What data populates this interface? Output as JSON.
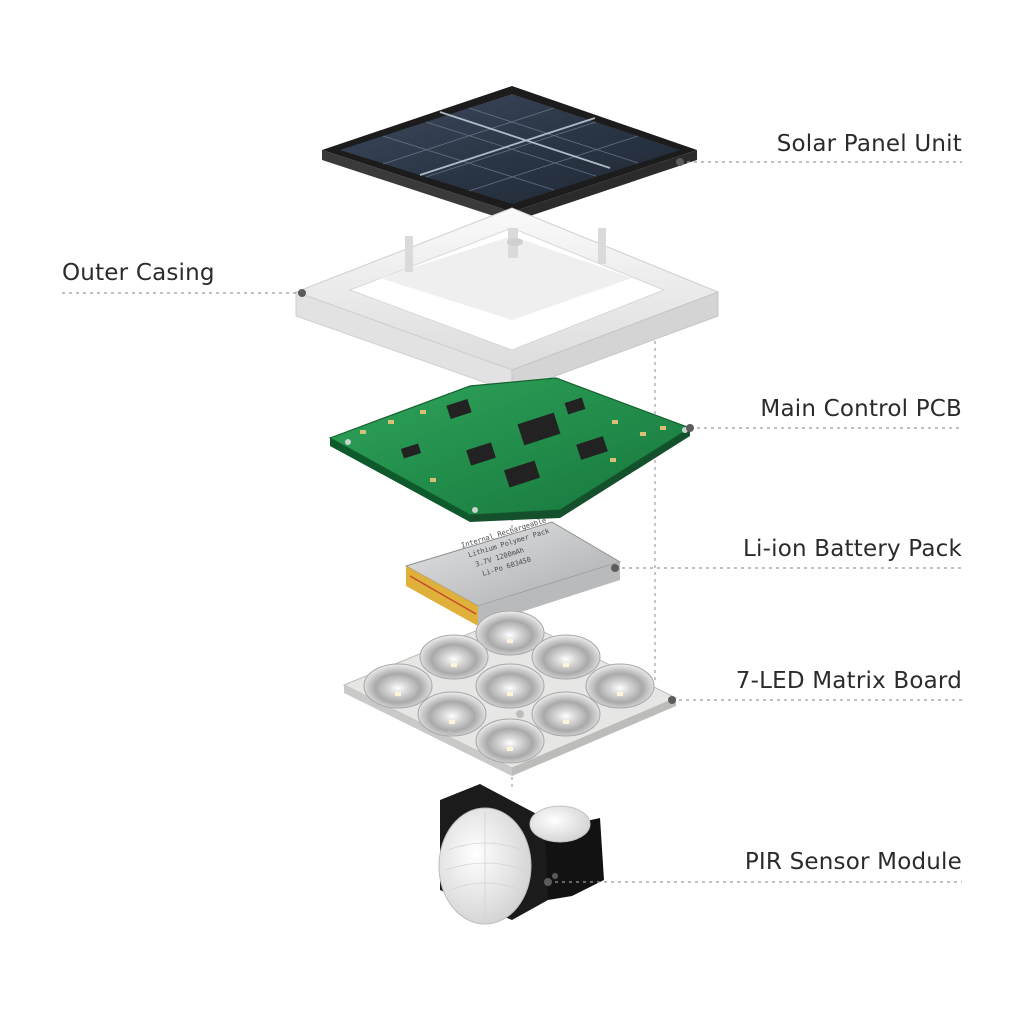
{
  "diagram": {
    "components": [
      {
        "id": "solar",
        "label": "Solar Panel Unit",
        "icon": "solar-panel-icon"
      },
      {
        "id": "casing",
        "label": "Outer Casing",
        "icon": "casing-icon"
      },
      {
        "id": "pcb",
        "label": "Main Control PCB",
        "icon": "pcb-icon"
      },
      {
        "id": "battery",
        "label": "Li-ion Battery Pack",
        "icon": "battery-icon"
      },
      {
        "id": "led",
        "label": "7-LED Matrix Board",
        "icon": "led-board-icon"
      },
      {
        "id": "pir",
        "label": "PIR Sensor Module",
        "icon": "pir-sensor-icon"
      }
    ],
    "battery_label_lines": [
      "Internal Rechargeable",
      "Lithium Polymer Pack",
      "3.7V 1200mAh",
      "Li-Po 603450"
    ],
    "colors": {
      "label_text": "#2b2b2b",
      "leader_line": "#9a9a9a",
      "pcb_green": "#1e8a4a",
      "casing_white": "#eeeeee",
      "solar_frame": "#2a2a2a",
      "solar_cells": "#2e3a4a",
      "battery_foil": "#c9cacb",
      "battery_wrap": "#e0b13a",
      "led_board": "#e6e6e4",
      "pir_body": "#1b1b1b",
      "pir_dome": "#ececec"
    }
  }
}
